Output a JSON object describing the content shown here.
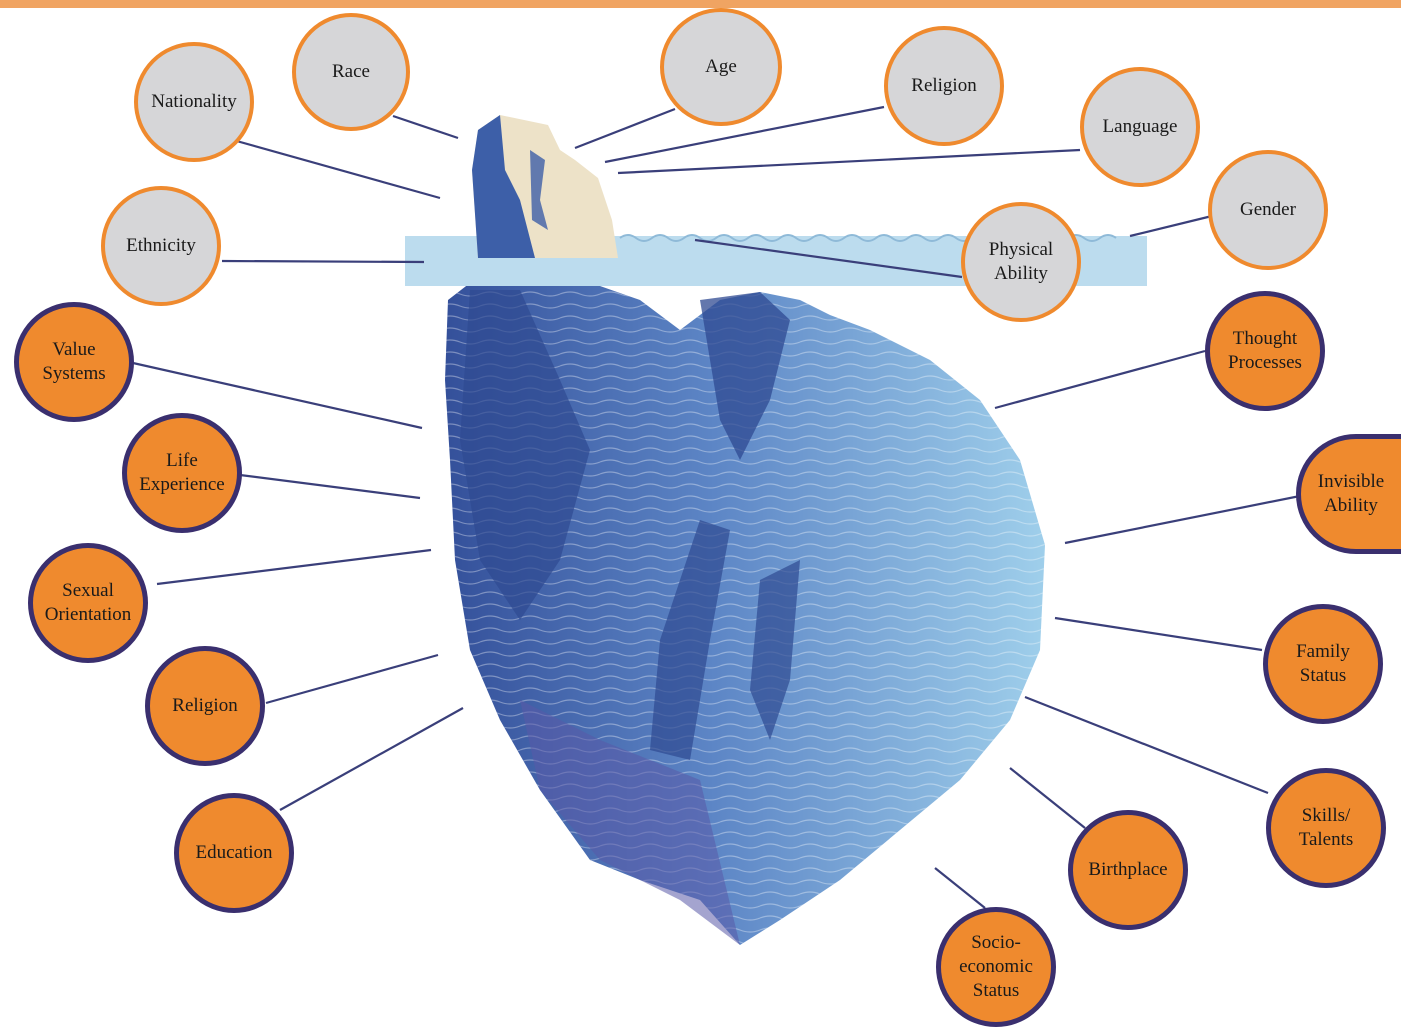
{
  "colors": {
    "top_bar": "#f0a462",
    "visible_fill": "#d6d6d8",
    "visible_border": "#ef8a2e",
    "hidden_fill": "#ef8a2e",
    "hidden_border": "#3a2f6e",
    "connector": "#3a3f7a",
    "water": "#bcdcee",
    "ice_tip": "#ede2c8",
    "ice_dark": "#3d5fa8",
    "ice_light": "#8cc2e4"
  },
  "above_surface": [
    {
      "id": "race",
      "label": "Race"
    },
    {
      "id": "age",
      "label": "Age"
    },
    {
      "id": "nationality",
      "label": "Nationality"
    },
    {
      "id": "religion-visible",
      "label": "Religion"
    },
    {
      "id": "language",
      "label": "Language"
    },
    {
      "id": "ethnicity",
      "label": "Ethnicity"
    },
    {
      "id": "gender",
      "label": "Gender"
    },
    {
      "id": "physical-ability",
      "label": "Physical\nAbility"
    }
  ],
  "below_surface": [
    {
      "id": "value-systems",
      "label": "Value\nSystems"
    },
    {
      "id": "life-experience",
      "label": "Life\nExperience"
    },
    {
      "id": "sexual-orientation",
      "label": "Sexual\nOrientation"
    },
    {
      "id": "religion-hidden",
      "label": "Religion"
    },
    {
      "id": "education",
      "label": "Education"
    },
    {
      "id": "thought-processes",
      "label": "Thought\nProcesses"
    },
    {
      "id": "invisible-ability",
      "label": "Invisible\nAbility"
    },
    {
      "id": "family-status",
      "label": "Family\nStatus"
    },
    {
      "id": "skills-talents",
      "label": "Skills/\nTalents"
    },
    {
      "id": "birthplace",
      "label": "Birthplace"
    },
    {
      "id": "socio-economic-status",
      "label": "Socio-\neconomic\nStatus"
    }
  ]
}
